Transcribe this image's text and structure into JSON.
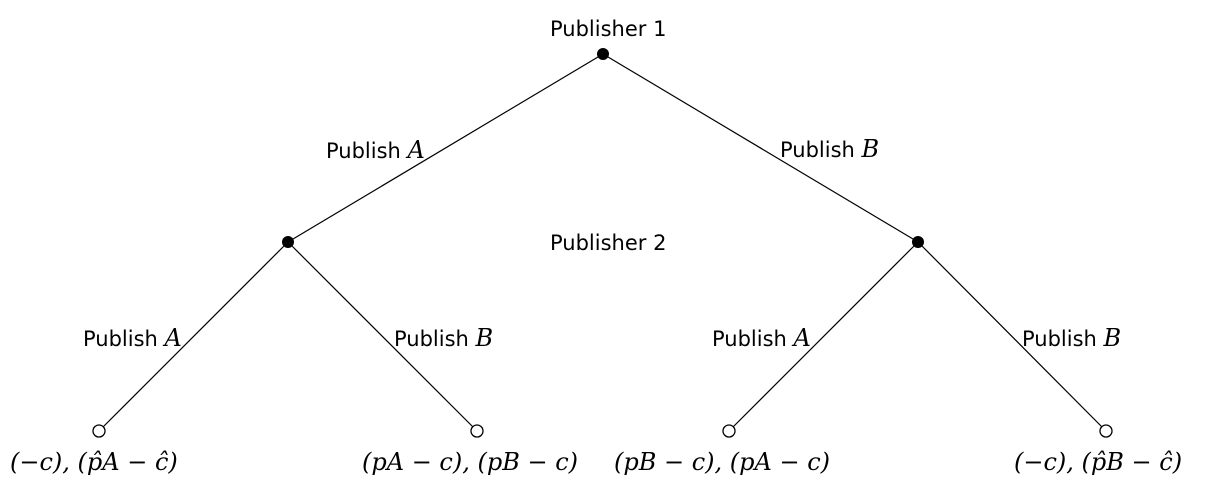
{
  "players": {
    "p1": "Publisher 1",
    "p2": "Publisher 2"
  },
  "actions": {
    "root_left": {
      "word": "Publish",
      "var": "A"
    },
    "root_right": {
      "word": "Publish",
      "var": "B"
    },
    "ll": {
      "word": "Publish",
      "var": "A"
    },
    "lr": {
      "word": "Publish",
      "var": "B"
    },
    "rl": {
      "word": "Publish",
      "var": "A"
    },
    "rr": {
      "word": "Publish",
      "var": "B"
    }
  },
  "payoffs": [
    "(−c), (p̂A − ĉ)",
    "(pA − c), (pB − c)",
    "(pB − c), (pA − c)",
    "(−c), (p̂B − ĉ)"
  ]
}
